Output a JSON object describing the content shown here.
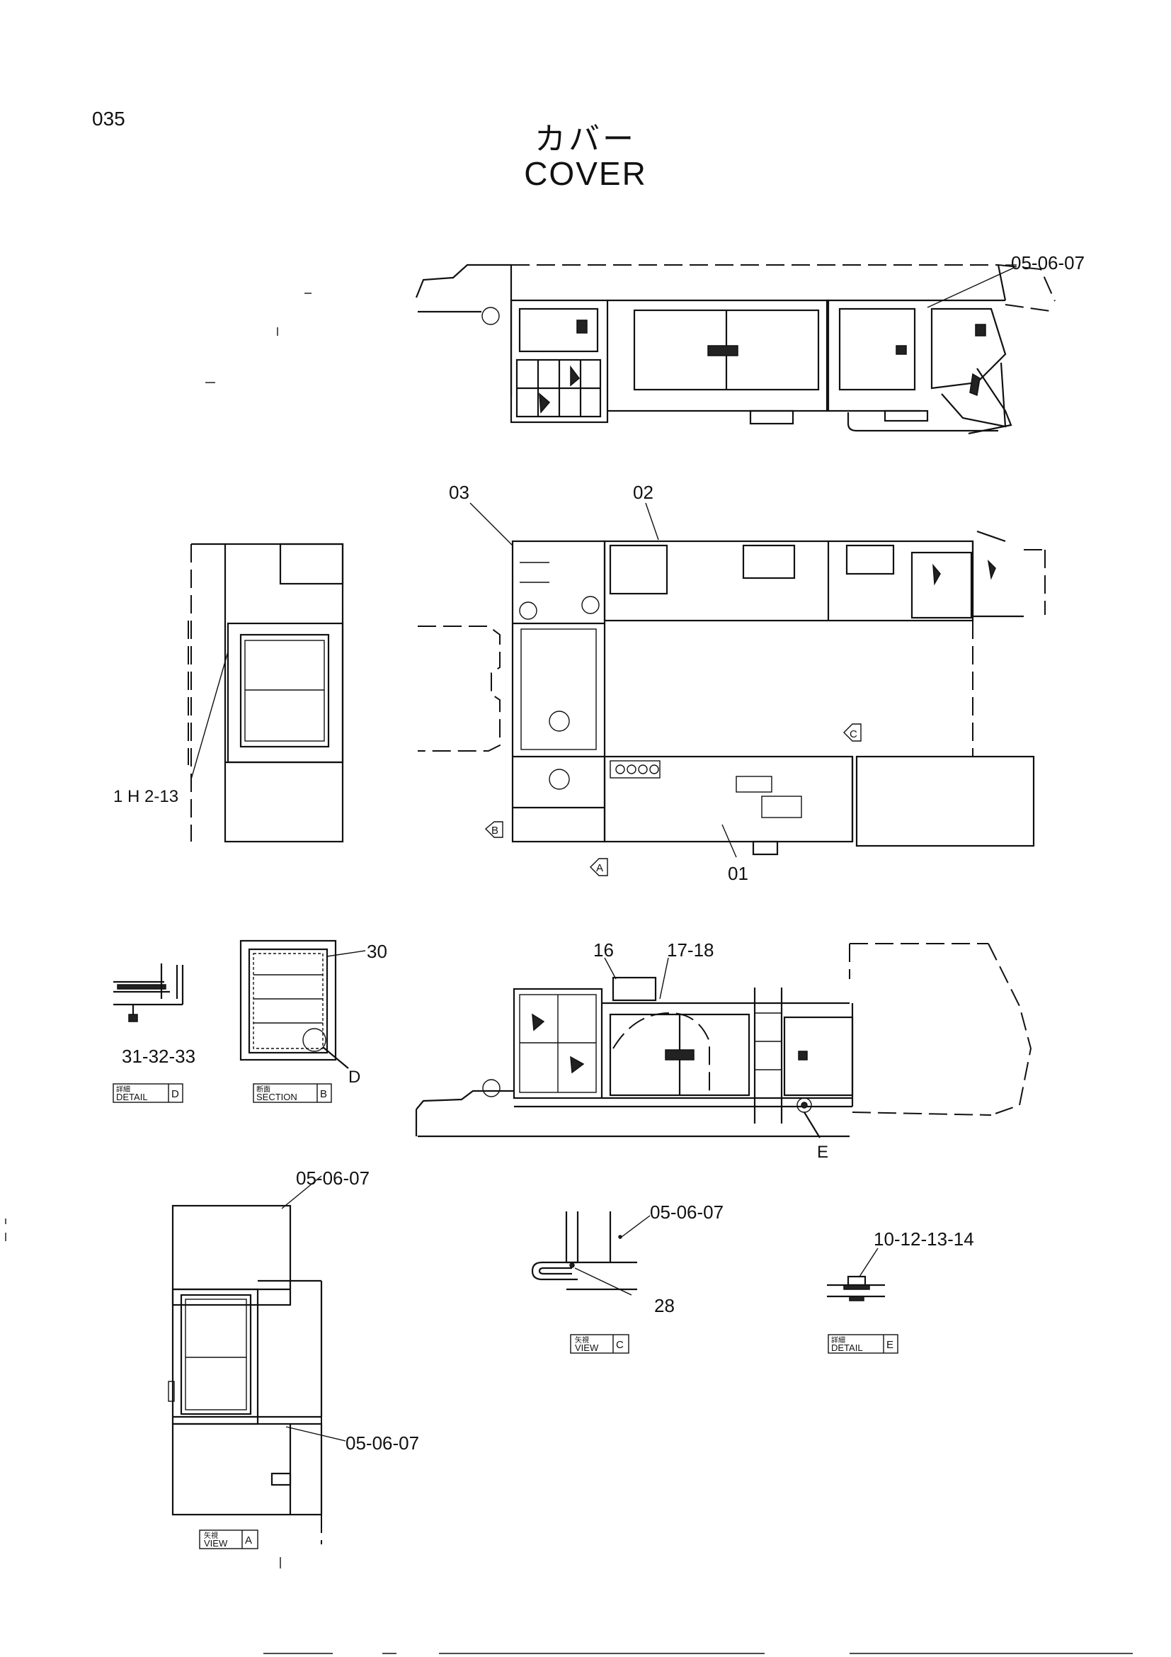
{
  "page_number": "035",
  "title_jp": "カバー",
  "title_en": "COVER",
  "callouts": {
    "c_top_050607": "05-06-07",
    "c_03": "03",
    "c_02": "02",
    "c_01": "01",
    "c_1h213": "1 H 2-13",
    "c_30": "30",
    "c_313233": "31-32-33",
    "c_d": "D",
    "c_16": "16",
    "c_1718": "17-18",
    "c_e": "E",
    "c_a_050607": "05-06-07",
    "c_a2_050607": "05-06-07",
    "c_c_050607": "05-06-07",
    "c_28": "28",
    "c_10121314": "10-12-13-14"
  },
  "view_markers": {
    "a": "A",
    "b": "B",
    "c": "C"
  },
  "view_labels": {
    "detail_d": {
      "jp": "詳細",
      "en": "DETAIL",
      "id": "D"
    },
    "section_b": {
      "jp": "断面",
      "en": "SECTION",
      "id": "B"
    },
    "view_c": {
      "jp": "矢視",
      "en": "VIEW",
      "id": "C"
    },
    "detail_e": {
      "jp": "詳細",
      "en": "DETAIL",
      "id": "E"
    },
    "view_a": {
      "jp": "矢視",
      "en": "VIEW",
      "id": "A"
    }
  }
}
